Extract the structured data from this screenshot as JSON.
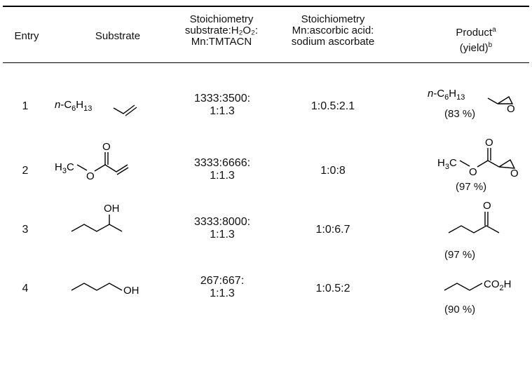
{
  "table": {
    "headers": {
      "entry": "Entry",
      "substrate": "Substrate",
      "stoich1": [
        "Stoichiometry",
        "substrate:H₂O₂:",
        "Mn:TMTACN"
      ],
      "stoich2": [
        "Stoichiometry",
        "Mn:ascorbic acid:",
        "sodium ascorbate"
      ],
      "product": "Product",
      "product_sup": "a",
      "yield": "(yield)",
      "yield_sup": "b"
    },
    "rows": [
      {
        "entry": "1",
        "stoich1": [
          "1333:3500:",
          "1:1.3"
        ],
        "stoich2": "1:0.5:2.1",
        "yield": "(83 %)"
      },
      {
        "entry": "2",
        "stoich1": [
          "3333:6666:",
          "1:1.3"
        ],
        "stoich2": "1:0:8",
        "yield": "(97 %)"
      },
      {
        "entry": "3",
        "stoich1": [
          "3333:8000:",
          "1:1.3"
        ],
        "stoich2": "1:0:6.7",
        "yield": "(97 %)"
      },
      {
        "entry": "4",
        "stoich1": [
          "267:667:",
          "1:1.3"
        ],
        "stoich2": "1:0.5:2",
        "yield": "(90 %)"
      }
    ]
  },
  "chem_labels": {
    "n_prefix": "n",
    "hexyl": "-C",
    "hexyl_sub1": "6",
    "hexyl_h": "H",
    "hexyl_sub2": "13",
    "h3c_h": "H",
    "h3c_sub": "3",
    "h3c_c": "C",
    "o": "O",
    "oh": "OH",
    "co2h_co": "CO",
    "co2h_sub": "2",
    "co2h_h": "H"
  }
}
